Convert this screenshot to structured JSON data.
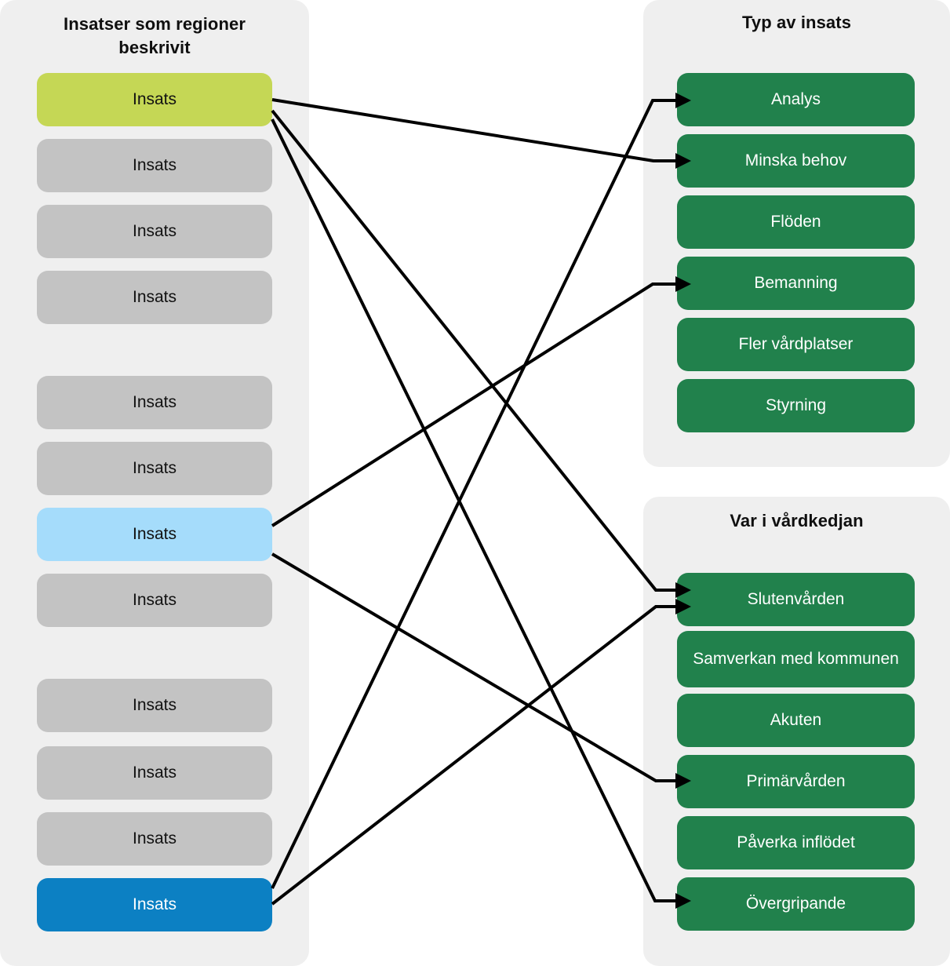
{
  "colors": {
    "panel_bg": "#efefef",
    "grey_node": "#c3c3c3",
    "lime_node": "#c5d755",
    "skyblue_node": "#a5dcfb",
    "blue_node": "#0c80c3",
    "green_node": "#21814c",
    "line": "#000000",
    "page_bg": "#ffffff"
  },
  "left_panel": {
    "title": "Insatser som regioner beskrivit",
    "groups": [
      {
        "nodes": [
          {
            "label": "Insats",
            "color": "lime"
          },
          {
            "label": "Insats",
            "color": "grey"
          },
          {
            "label": "Insats",
            "color": "grey"
          },
          {
            "label": "Insats",
            "color": "grey"
          }
        ]
      },
      {
        "nodes": [
          {
            "label": "Insats",
            "color": "grey"
          },
          {
            "label": "Insats",
            "color": "grey"
          },
          {
            "label": "Insats",
            "color": "skyblue"
          },
          {
            "label": "Insats",
            "color": "grey"
          }
        ]
      },
      {
        "nodes": [
          {
            "label": "Insats",
            "color": "grey"
          },
          {
            "label": "Insats",
            "color": "grey"
          },
          {
            "label": "Insats",
            "color": "grey"
          },
          {
            "label": "Insats",
            "color": "blue"
          }
        ]
      }
    ]
  },
  "type_panel": {
    "title": "Typ av insats",
    "nodes": [
      {
        "label": "Analys"
      },
      {
        "label": "Minska behov"
      },
      {
        "label": "Flöden"
      },
      {
        "label": "Bemanning"
      },
      {
        "label": "Fler vårdplatser"
      },
      {
        "label": "Styrning"
      }
    ]
  },
  "chain_panel": {
    "title": "Var i vårdkedjan",
    "nodes": [
      {
        "label": "Slutenvården"
      },
      {
        "label": "Samverkan med kommunen"
      },
      {
        "label": "Akuten"
      },
      {
        "label": "Primärvården"
      },
      {
        "label": "Påverka inflödet"
      },
      {
        "label": "Övergripande"
      }
    ]
  },
  "connections": [
    {
      "from": "left-node-0",
      "to": "type-node-1",
      "from_label": "Insats",
      "to_label": "Minska behov"
    },
    {
      "from": "left-node-0",
      "to": "chain-node-0",
      "from_label": "Insats",
      "to_label": "Slutenvården"
    },
    {
      "from": "left-node-0",
      "to": "chain-node-5",
      "from_label": "Insats",
      "to_label": "Övergripande"
    },
    {
      "from": "left-node-6",
      "to": "type-node-3",
      "from_label": "Insats",
      "to_label": "Bemanning"
    },
    {
      "from": "left-node-6",
      "to": "chain-node-3",
      "from_label": "Insats",
      "to_label": "Primärvården"
    },
    {
      "from": "left-node-11",
      "to": "type-node-0",
      "from_label": "Insats",
      "to_label": "Analys"
    },
    {
      "from": "left-node-11",
      "to": "chain-node-0",
      "from_label": "Insats",
      "to_label": "Slutenvården"
    }
  ]
}
